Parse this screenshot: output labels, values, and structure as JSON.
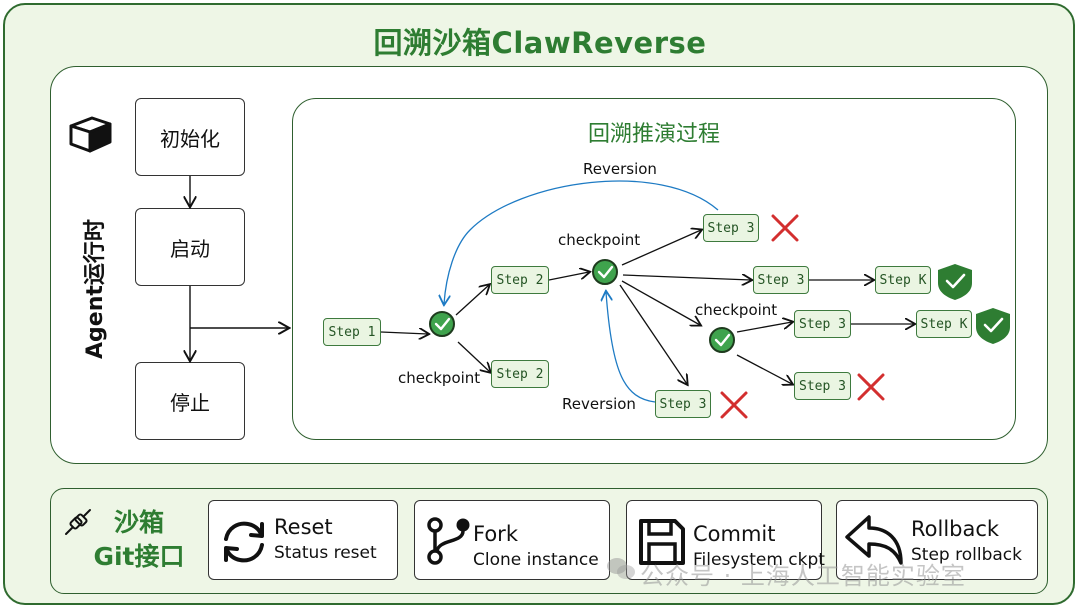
{
  "title": "回溯沙箱ClawReverse",
  "agent_runtime": {
    "label": "Agent运行时",
    "stages": [
      "初始化",
      "启动",
      "停止"
    ]
  },
  "process": {
    "title": "回溯推演过程",
    "reversion_label": "Reversion",
    "checkpoint_label": "checkpoint",
    "steps": {
      "s1": "Step 1",
      "s2a": "Step 2",
      "s2b": "Step 2",
      "s3a": "Step 3",
      "s3b": "Step 3",
      "s3c": "Step 3",
      "s3d": "Step 3",
      "s3e": "Step 3",
      "skA": "Step K",
      "skB": "Step K"
    }
  },
  "sandbox_git": {
    "label_line1": "沙箱",
    "label_line2": "Git接口",
    "apis": [
      {
        "name": "Reset",
        "desc": "Status reset",
        "icon": "refresh-icon"
      },
      {
        "name": "Fork",
        "desc": "Clone instance",
        "icon": "fork-icon"
      },
      {
        "name": "Commit",
        "desc": "Filesystem ckpt",
        "icon": "save-icon"
      },
      {
        "name": "Rollback",
        "desc": "Step rollback",
        "icon": "undo-icon"
      }
    ]
  },
  "watermark": "公众号 · 上海人工智能实验室",
  "colors": {
    "accent_green": "#2e7d32",
    "reversion_blue": "#1e7bc4",
    "fail_red": "#d32f2f",
    "shield_green": "#2e7d32"
  }
}
